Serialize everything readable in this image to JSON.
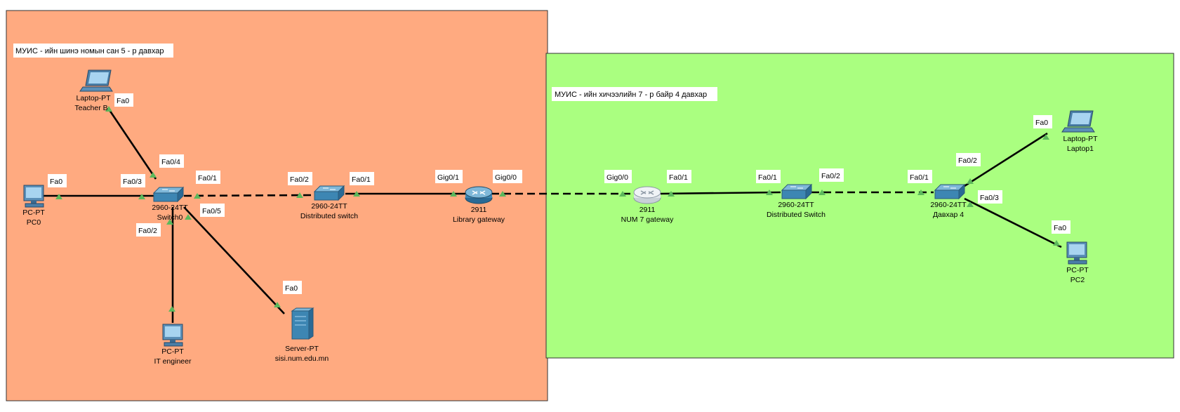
{
  "areas": {
    "library": {
      "label": "МУИС - ийн шинэ номын сан 5 - р давхар",
      "color": "#ffaa80"
    },
    "building": {
      "label": "МУИС - ийн хичээлийн 7 - р байр 4 давхар",
      "color": "#aaff80"
    }
  },
  "devices": {
    "laptop_teacher": {
      "model": "Laptop-PT",
      "name": "Teacher B",
      "icon": "laptop-icon"
    },
    "pc0": {
      "model": "PC-PT",
      "name": "PC0",
      "icon": "pc-icon"
    },
    "switch0": {
      "model": "2960-24TT",
      "name": "Switch0",
      "icon": "switch-icon"
    },
    "pc_it": {
      "model": "PC-PT",
      "name": "IT engineer",
      "icon": "pc-icon"
    },
    "server": {
      "model": "Server-PT",
      "name": "sisi.num.edu.mn",
      "icon": "server-icon"
    },
    "dist_switch_lib": {
      "model": "2960-24TT",
      "name": "Distributed switch",
      "icon": "switch-icon"
    },
    "router_lib": {
      "model": "2911",
      "name": "Library gateway",
      "icon": "router-icon"
    },
    "router_num7": {
      "model": "2911",
      "name": "NUM 7 gateway",
      "icon": "router-icon"
    },
    "dist_switch_b": {
      "model": "2960-24TT",
      "name": "Distributed Switch",
      "icon": "switch-icon"
    },
    "switch_floor4": {
      "model": "2960-24TT",
      "name": "Давхар 4",
      "icon": "switch-icon"
    },
    "laptop1": {
      "model": "Laptop-PT",
      "name": "Laptop1",
      "icon": "laptop-icon"
    },
    "pc2": {
      "model": "PC-PT",
      "name": "PC2",
      "icon": "pc-icon"
    }
  },
  "links": [
    {
      "from": "laptop_teacher",
      "to": "switch0",
      "style": "solid",
      "from_port": "Fa0",
      "to_port": "Fa0/4"
    },
    {
      "from": "pc0",
      "to": "switch0",
      "style": "solid",
      "from_port": "Fa0",
      "to_port": "Fa0/3"
    },
    {
      "from": "pc_it",
      "to": "switch0",
      "style": "solid",
      "from_port": "",
      "to_port": "Fa0/2"
    },
    {
      "from": "server",
      "to": "switch0",
      "style": "solid",
      "from_port": "Fa0",
      "to_port": "Fa0/5"
    },
    {
      "from": "switch0",
      "to": "dist_switch_lib",
      "style": "dashed",
      "from_port": "Fa0/1",
      "to_port": "Fa0/2"
    },
    {
      "from": "dist_switch_lib",
      "to": "router_lib",
      "style": "solid",
      "from_port": "Fa0/1",
      "to_port": "Gig0/1"
    },
    {
      "from": "router_lib",
      "to": "router_num7",
      "style": "dashed",
      "from_port": "Gig0/0",
      "to_port": "Gig0/0"
    },
    {
      "from": "router_num7",
      "to": "dist_switch_b",
      "style": "solid",
      "from_port": "Fa0/1",
      "to_port": "Fa0/1"
    },
    {
      "from": "dist_switch_b",
      "to": "switch_floor4",
      "style": "dashed",
      "from_port": "Fa0/2",
      "to_port": "Fa0/1"
    },
    {
      "from": "switch_floor4",
      "to": "laptop1",
      "style": "solid",
      "from_port": "Fa0/2",
      "to_port": "Fa0"
    },
    {
      "from": "switch_floor4",
      "to": "pc2",
      "style": "solid",
      "from_port": "Fa0/3",
      "to_port": "Fa0"
    }
  ]
}
